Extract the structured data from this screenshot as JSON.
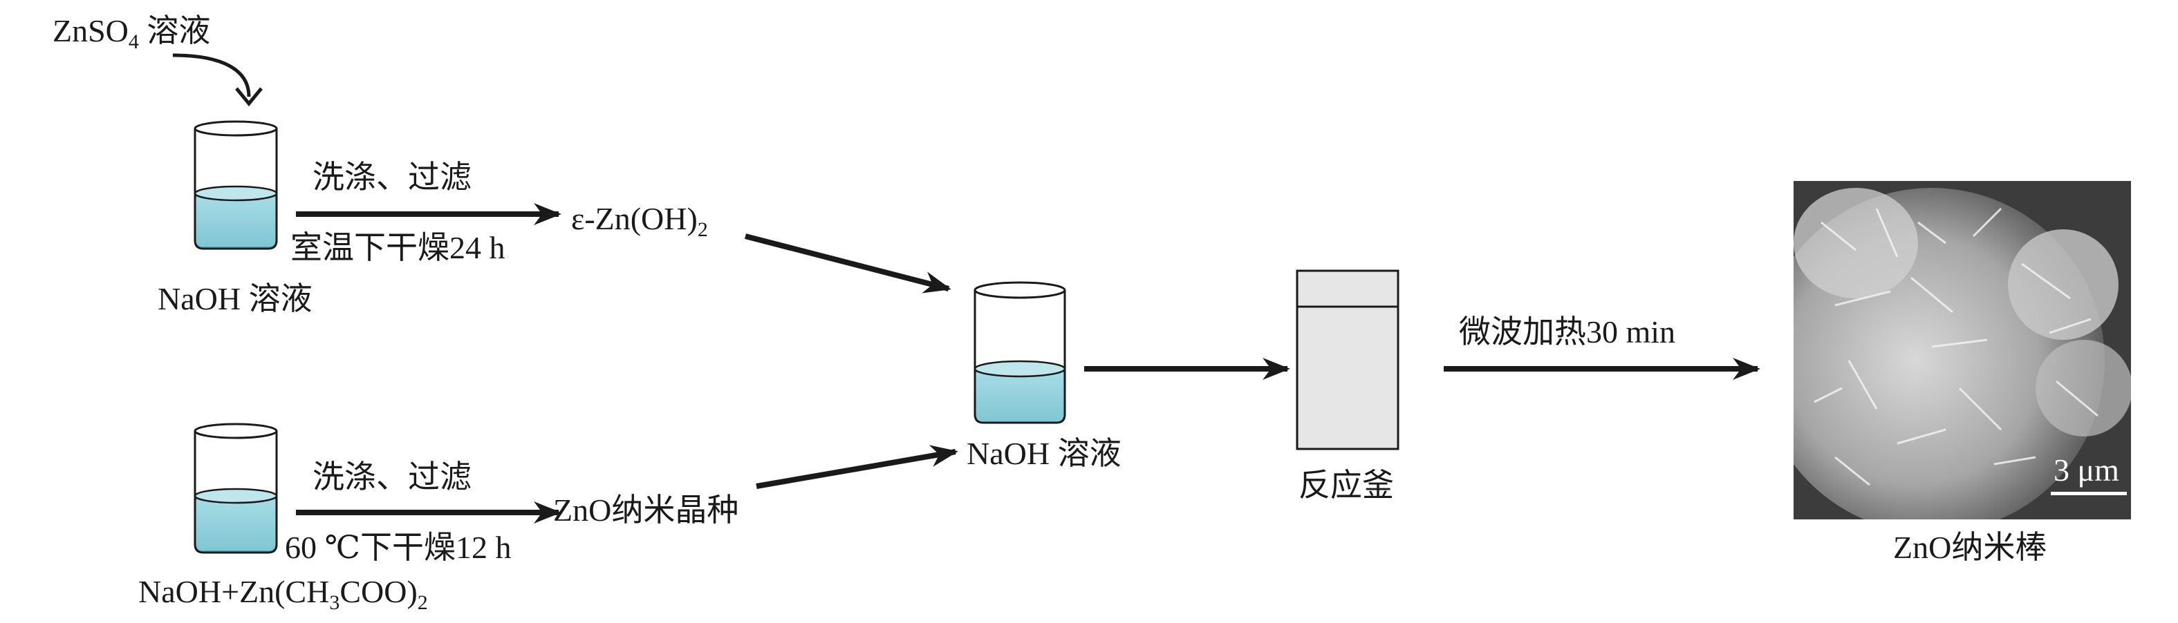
{
  "labels": {
    "znso4_solution": "ZnSO",
    "znso4_sub": "4",
    "znso4_suffix": " 溶液",
    "wash_filter_top": "洗涤、过滤",
    "dry_room_temp": "室温下干燥24 h",
    "naoh_solution_top": "NaOH 溶液",
    "epsilon_zn_oh": "ε-Zn(OH)",
    "epsilon_sub": "2",
    "wash_filter_bottom": "洗涤、过滤",
    "dry_60c": "60 ℃下干燥12 h",
    "zno_seed": "ZnO纳米晶种",
    "naoh_zn_acetate_a": "NaOH+Zn(CH",
    "naoh_zn_acetate_sub1": "3",
    "naoh_zn_acetate_b": "COO)",
    "naoh_zn_acetate_sub2": "2",
    "naoh_solution_middle": "NaOH 溶液",
    "reactor": "反应釜",
    "microwave_heating": "微波加热30 min",
    "zno_nanorods": "ZnO纳米棒",
    "scale_bar": "3 μm"
  },
  "colors": {
    "liquid": "#8fd0dc",
    "liquid_stroke": "#5aa9b8",
    "reactor_fill": "#e6e6e6",
    "arrow": "#1a1a1a",
    "sem_background": "#3a3a3a"
  }
}
